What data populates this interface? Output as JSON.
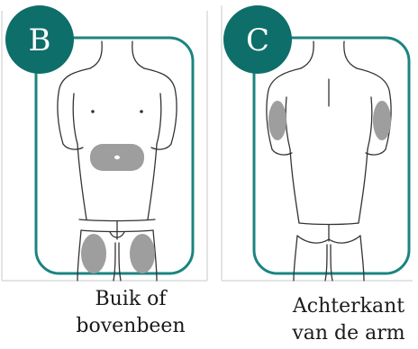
{
  "panels": [
    {
      "badge": "B",
      "caption_line1": "Buik of",
      "caption_line2": "bovenbeen"
    },
    {
      "badge": "C",
      "caption_line1": "Achterkant",
      "caption_line2": "van de arm"
    }
  ],
  "colors": {
    "teal": "#0e6e6a",
    "frame": "#1b8480",
    "shade": "#9e9e9e",
    "outline": "#333333"
  }
}
